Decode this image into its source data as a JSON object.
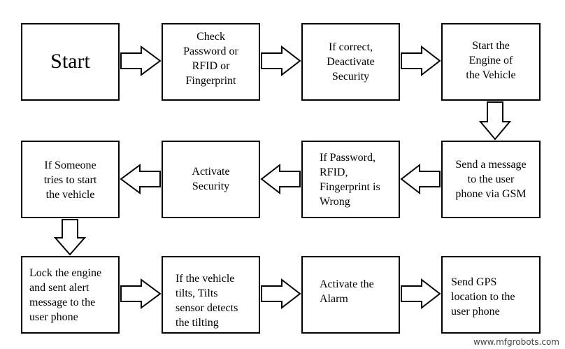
{
  "flowchart": {
    "row1": {
      "start": "Start",
      "check": "Check\nPassword or\nRFID or\nFingerprint",
      "deactivate": "If correct,\nDeactivate\nSecurity",
      "engine": "Start the\nEngine of\nthe Vehicle"
    },
    "row2": {
      "send_message": "Send a message\nto the user\nphone via GSM",
      "wrong": "If Password,\nRFID,\nFingerprint is\nWrong",
      "activate_security": "Activate\nSecurity",
      "someone_tries": "If Someone\ntries to start\nthe vehicle"
    },
    "row3": {
      "lock_engine": "Lock the engine\nand sent alert\nmessage to the\nuser phone",
      "tilt": "If the vehicle\ntilts, Tilts\nsensor detects\nthe tilting",
      "alarm": "Activate the\nAlarm",
      "gps": "Send GPS\nlocation to the\nuser phone"
    }
  },
  "watermark": "www.mfgrobots.com"
}
